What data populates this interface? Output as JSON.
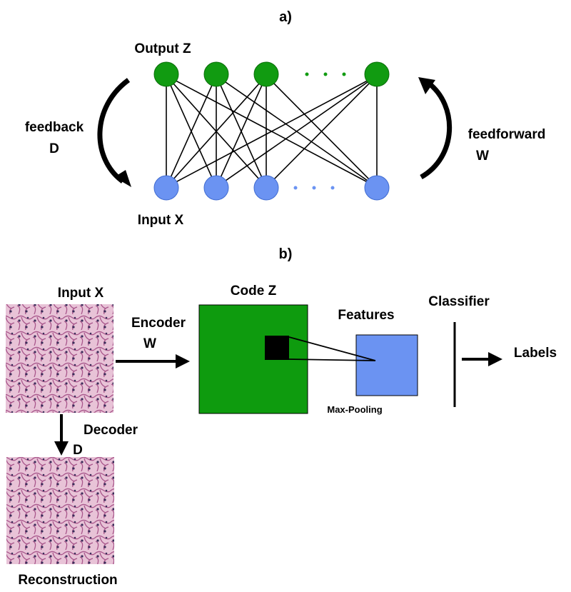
{
  "panel_a": {
    "title": "a)",
    "output_label": "Output  Z",
    "input_label": "Input  X",
    "feedback_label_1": "feedback",
    "feedback_label_2": "D",
    "feedforward_label_1": "feedforward",
    "feedforward_label_2": "W",
    "output_node_count_shown": 4,
    "input_node_count_shown": 4,
    "colors": {
      "output_node": "#119b11",
      "input_node": "#6b93f2"
    }
  },
  "panel_b": {
    "title": "b)",
    "input_label": "Input X",
    "encoder_label_1": "Encoder",
    "encoder_label_2": "W",
    "code_label": "Code Z",
    "features_label": "Features",
    "maxpool_label": "Max-Pooling",
    "classifier_label": "Classifier",
    "labels_label": "Labels",
    "decoder_label_1": "Decoder",
    "decoder_label_2": "D",
    "reconstruction_label": "Reconstruction",
    "colors": {
      "code_box": "#0e9b0e",
      "features_box": "#6b93f2",
      "tissue": "#d9a3c4"
    }
  }
}
